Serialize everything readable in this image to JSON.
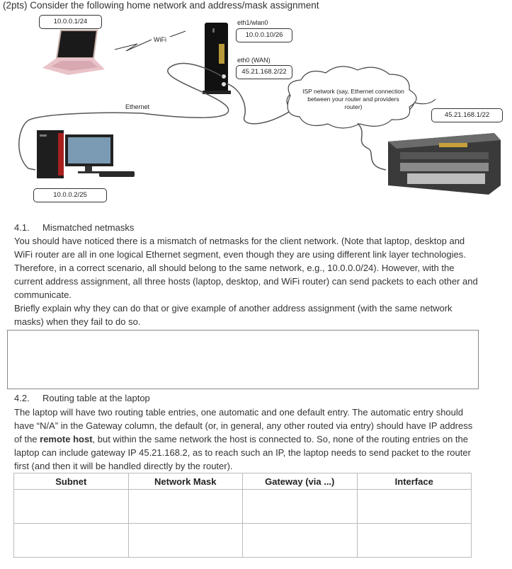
{
  "title": "(2pts) Consider the following home network and address/mask assignment",
  "diagram": {
    "laptop_ip": "10.0.0.1/24",
    "desktop_ip": "10.0.0.2/25",
    "wifi_label": "WiFi",
    "ethernet_label": "Ethernet",
    "eth1_label": "eth1/wlan0",
    "eth1_ip": "10.0.0.10/26",
    "eth0_label": "eth0 (WAN)",
    "eth0_ip": "45.21.168.2/22",
    "isp_cloud_text": "ISP network (say, Ethernet connection between your router and providers router)",
    "isp_router_ip": "45.21.168.1/22"
  },
  "section1": {
    "number": "4.1.",
    "heading": "Mismatched netmasks",
    "para1": "You should have noticed there is a mismatch of netmasks for the client network. (Note that laptop, desktop and WiFi router are all in one logical Ethernet segment, even though they are using different link layer technologies. Therefore, in a correct scenario, all should belong to the same network, e.g., 10.0.0.0/24). However, with the current address assignment, all three hosts (laptop, desktop, and WiFi router) can send packets to each other and communicate.",
    "para2": "Briefly explain why they can do that or give example of another address assignment (with the same network masks) when they fail to do so."
  },
  "section2": {
    "number": "4.2.",
    "heading": "Routing table at the laptop",
    "para_a": "The laptop will have two routing table entries, one automatic and one default entry. The automatic entry should have “N/A” in the Gateway column, the default (or, in general, any other routed via entry) should have IP address of the ",
    "para_bold": "remote host",
    "para_b": ", but within the same network the host is connected to. So, none of the routing entries on the laptop can include gateway IP 45.21.168.2, as to reach such an IP, the laptop needs to send packet to the router first (and then it will be handled directly by the router).",
    "table_headers": [
      "Subnet",
      "Network Mask",
      "Gateway (via ...)",
      "Interface"
    ]
  }
}
